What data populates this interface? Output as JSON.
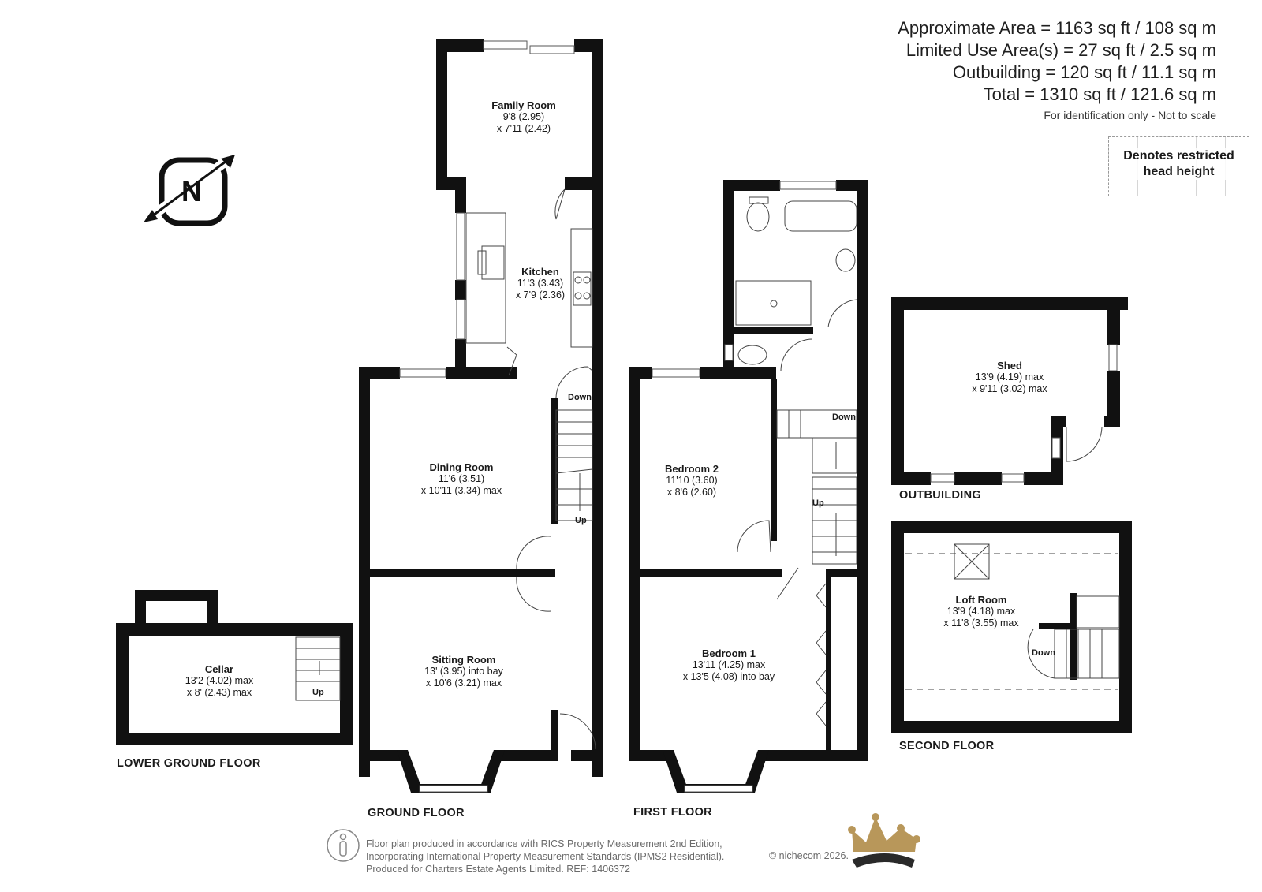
{
  "areas": {
    "approximate": "Approximate Area = 1163 sq ft / 108 sq m",
    "limited_use": "Limited Use Area(s) = 27 sq ft / 2.5 sq m",
    "outbuilding": "Outbuilding = 120 sq ft / 11.1 sq m",
    "total": "Total = 1310 sq ft / 121.6 sq m",
    "note": "For identification only - Not to scale"
  },
  "legend": {
    "line1": "Denotes restricted",
    "line2": "head height"
  },
  "compass": {
    "letter": "N"
  },
  "rooms": {
    "family_room": {
      "name": "Family Room",
      "dim1": "9'8 (2.95)",
      "dim2": "x 7'11 (2.42)"
    },
    "kitchen": {
      "name": "Kitchen",
      "dim1": "11'3 (3.43)",
      "dim2": "x 7'9 (2.36)"
    },
    "dining_room": {
      "name": "Dining Room",
      "dim1": "11'6 (3.51)",
      "dim2": "x 10'11 (3.34) max"
    },
    "sitting_room": {
      "name": "Sitting Room",
      "dim1": "13' (3.95) into bay",
      "dim2": "x 10'6 (3.21) max"
    },
    "bedroom_2": {
      "name": "Bedroom 2",
      "dim1": "11'10 (3.60)",
      "dim2": "x 8'6 (2.60)"
    },
    "bedroom_1": {
      "name": "Bedroom 1",
      "dim1": "13'11 (4.25) max",
      "dim2": "x 13'5 (4.08) into bay"
    },
    "shed": {
      "name": "Shed",
      "dim1": "13'9 (4.19) max",
      "dim2": "x 9'11 (3.02) max"
    },
    "loft_room": {
      "name": "Loft Room",
      "dim1": "13'9 (4.18) max",
      "dim2": "x 11'8 (3.55) max"
    },
    "cellar": {
      "name": "Cellar",
      "dim1": "13'2 (4.02) max",
      "dim2": "x 8' (2.43) max"
    }
  },
  "stairs": {
    "ground_down": "Down",
    "ground_up": "Up",
    "first_down": "Down",
    "first_up": "Up",
    "loft_down": "Down",
    "cellar_up": "Up"
  },
  "floors": {
    "lower_ground": "LOWER GROUND FLOOR",
    "ground": "GROUND FLOOR",
    "first": "FIRST FLOOR",
    "outbuilding": "OUTBUILDING",
    "second": "SECOND FLOOR"
  },
  "footer": {
    "line1": "Floor plan produced in accordance with RICS Property Measurement 2nd Edition,",
    "line2": "Incorporating International Property Measurement Standards (IPMS2 Residential).",
    "line3": "Produced for Charters Estate Agents Limited.   REF: 1406372",
    "copyright": "© nichecom 2026."
  },
  "colors": {
    "wall": "#111111",
    "crown": "#b8975a",
    "crown_base": "#2a2a2a"
  }
}
